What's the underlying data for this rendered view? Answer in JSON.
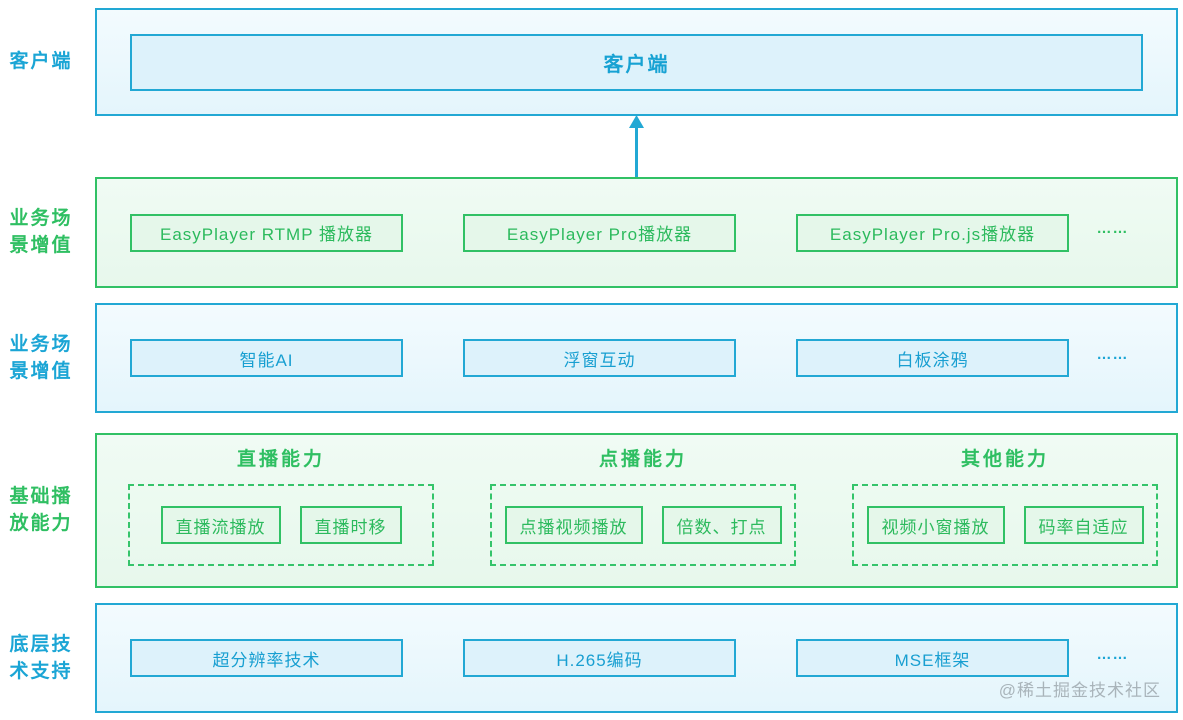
{
  "diagram": {
    "colors": {
      "blue": "#1ba5d5",
      "green": "#2fbf62"
    },
    "layers": {
      "client": {
        "side_label": "客户端",
        "title": "客户端"
      },
      "players": {
        "side_label": "业务场\n景增值",
        "items": [
          "EasyPlayer RTMP 播放器",
          "EasyPlayer Pro播放器",
          "EasyPlayer Pro.js播放器"
        ],
        "more": "……"
      },
      "value_add": {
        "side_label": "业务场\n景增值",
        "items": [
          "智能AI",
          "浮窗互动",
          "白板涂鸦"
        ],
        "more": "……"
      },
      "basic_playback": {
        "side_label": "基础播\n放能力",
        "groups": [
          {
            "title": "直播能力",
            "items": [
              "直播流播放",
              "直播时移"
            ]
          },
          {
            "title": "点播能力",
            "items": [
              "点播视频播放",
              "倍数、打点"
            ]
          },
          {
            "title": "其他能力",
            "items": [
              "视频小窗播放",
              "码率自适应"
            ]
          }
        ]
      },
      "tech_support": {
        "side_label": "底层技\n术支持",
        "items": [
          "超分辨率技术",
          "H.265编码",
          "MSE框架"
        ],
        "more": "……"
      }
    },
    "watermark": "@稀土掘金技术社区"
  }
}
